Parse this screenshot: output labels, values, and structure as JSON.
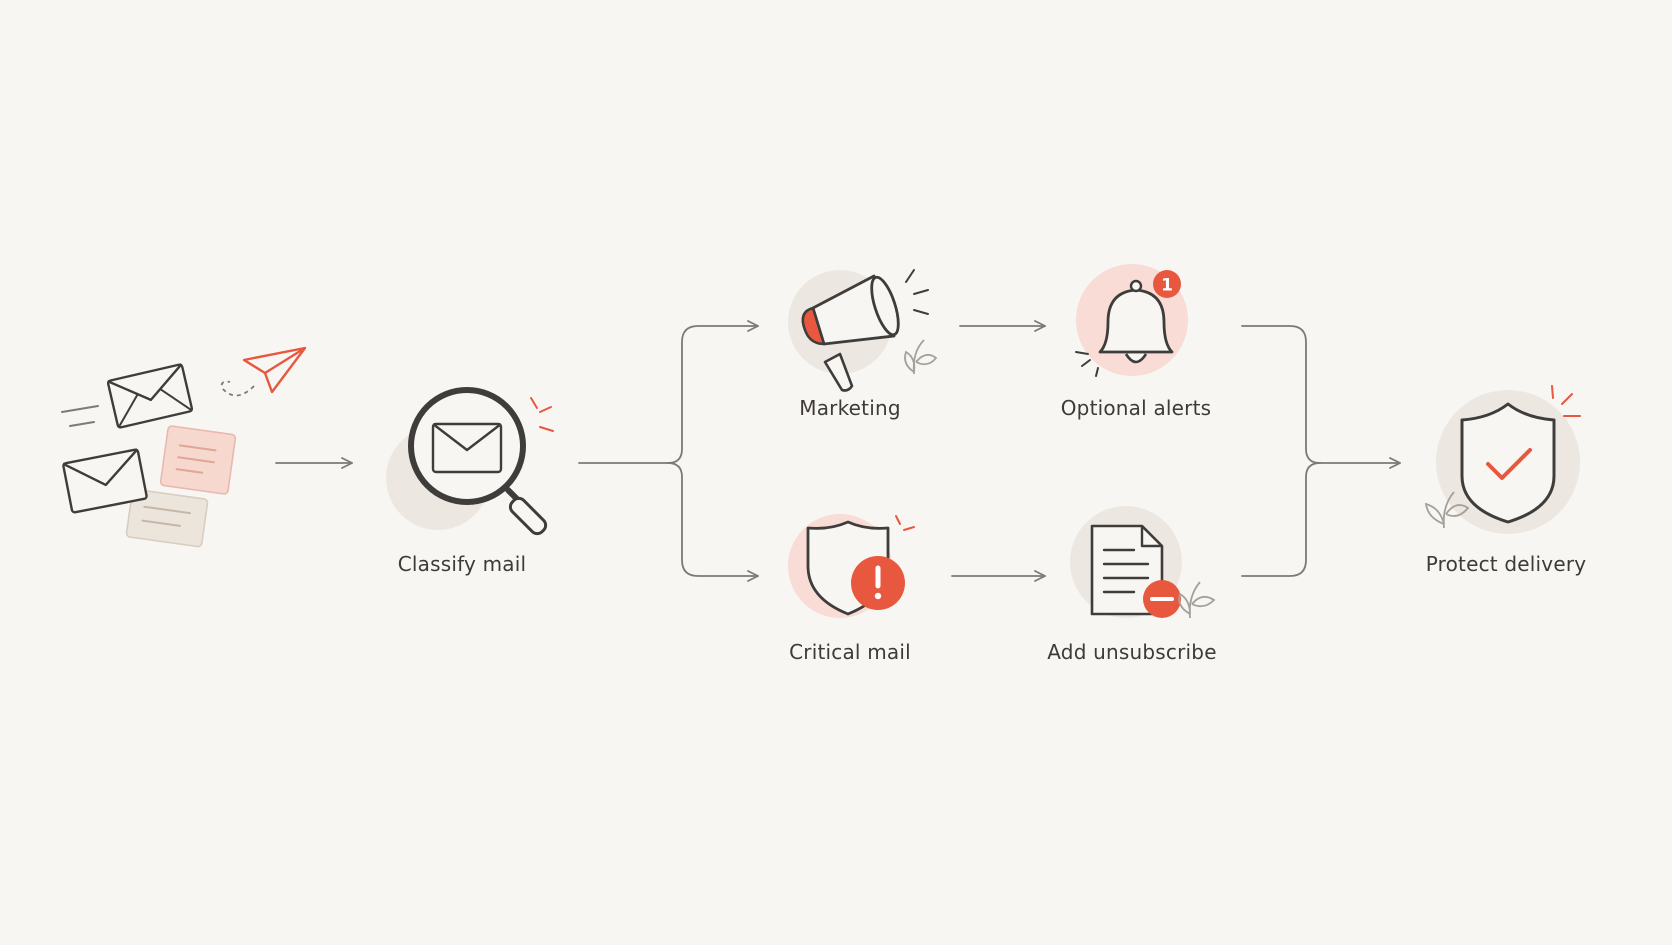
{
  "colors": {
    "background": "#f8f6f2",
    "stroke": "#3f3d3b",
    "arrow": "#7d7a76",
    "accent": "#e8583e",
    "accent_soft": "#f8dcd5",
    "neutral_soft": "#ece8e1",
    "plant": "#a3a19a"
  },
  "nodes": [
    {
      "id": "incoming",
      "label": "",
      "icon": "envelopes-icon"
    },
    {
      "id": "classify",
      "label": "Classify mail",
      "icon": "magnifier-envelope-icon"
    },
    {
      "id": "marketing",
      "label": "Marketing",
      "icon": "megaphone-icon"
    },
    {
      "id": "optional",
      "label": "Optional alerts",
      "icon": "bell-icon",
      "badge": "1"
    },
    {
      "id": "critical",
      "label": "Critical mail",
      "icon": "shield-alert-icon"
    },
    {
      "id": "unsubscribe",
      "label": "Add unsubscribe",
      "icon": "document-minus-icon"
    },
    {
      "id": "protect",
      "label": "Protect delivery",
      "icon": "shield-check-icon"
    }
  ]
}
